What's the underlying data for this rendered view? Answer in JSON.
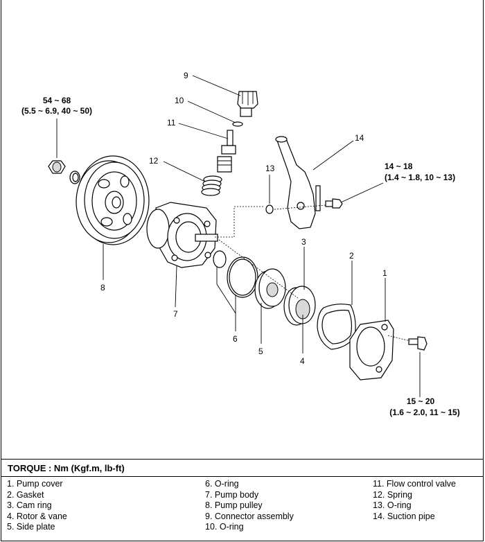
{
  "callouts": {
    "c1": "1",
    "c2": "2",
    "c3": "3",
    "c4": "4",
    "c5": "5",
    "c6": "6",
    "c7": "7",
    "c8": "8",
    "c9": "9",
    "c10": "10",
    "c11": "11",
    "c12": "12",
    "c13": "13",
    "c14": "14"
  },
  "torque_specs": {
    "pulley_nut": {
      "line1": "54 ~ 68",
      "line2": "(5.5 ~ 6.9, 40 ~ 50)"
    },
    "suction_bolt": {
      "line1": "14 ~ 18",
      "line2": "(1.4 ~ 1.8, 10 ~ 13)"
    },
    "cover_bolt": {
      "line1": "15 ~ 20",
      "line2": "(1.6 ~ 2.0, 11 ~ 15)"
    }
  },
  "torque_heading": "TORQUE : Nm (Kgf.m, lb-ft)",
  "legend": {
    "col1": [
      "1. Pump cover",
      "2. Gasket",
      "3. Cam ring",
      "4. Rotor & vane",
      "5. Side plate"
    ],
    "col2": [
      "6. O-ring",
      "7. Pump body",
      "8. Pump pulley",
      "9. Connector assembly",
      "10. O-ring"
    ],
    "col3": [
      "11. Flow control valve",
      "12. Spring",
      "13. O-ring",
      "14. Suction pipe"
    ]
  }
}
